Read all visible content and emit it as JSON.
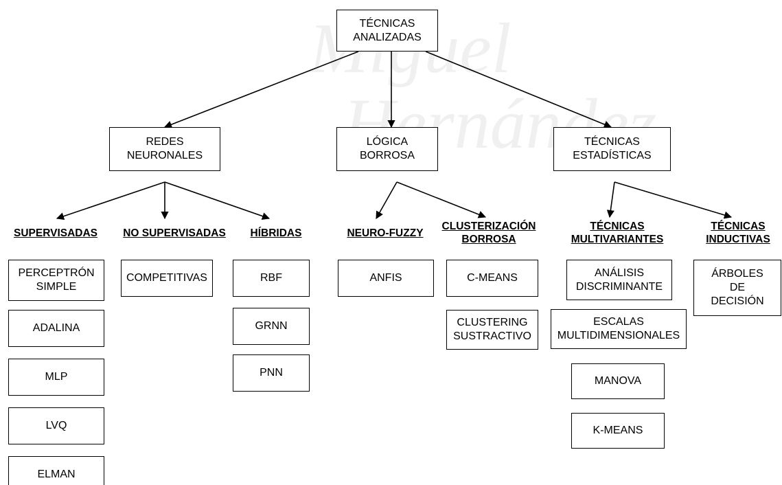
{
  "watermark": {
    "line1": "Miguel",
    "line2": "Hernández"
  },
  "root": {
    "label": "TÉCNICAS\nANALIZADAS"
  },
  "branches": {
    "redes": "REDES\nNEURONALES",
    "logica": "LÓGICA\nBORROSA",
    "estadisticas": "TÉCNICAS\nESTADÍSTICAS"
  },
  "categories": {
    "supervisadas": "SUPERVISADAS",
    "no_supervisadas": "NO SUPERVISADAS",
    "hibridas": "HÍBRIDAS",
    "neuro_fuzzy": "NEURO-FUZZY",
    "clusterizacion": "CLUSTERIZACIÓN\nBORROSA",
    "multivariantes": "TÉCNICAS\nMULTIVARIANTES",
    "inductivas": "TÉCNICAS\nINDUCTIVAS"
  },
  "leaves": {
    "perceptron": "PERCEPTRÓN\nSIMPLE",
    "adalina": "ADALINA",
    "mlp": "MLP",
    "lvq": "LVQ",
    "elman": "ELMAN",
    "competitivas": "COMPETITIVAS",
    "rbf": "RBF",
    "grnn": "GRNN",
    "pnn": "PNN",
    "anfis": "ANFIS",
    "cmeans": "C-MEANS",
    "clustering_sustractivo": "CLUSTERING\nSUSTRACTIVO",
    "analisis_discriminante": "ANÁLISIS\nDISCRIMINANTE",
    "escalas": "ESCALAS\nMULTIDIMENSIONALES",
    "manova": "MANOVA",
    "kmeans": "K-MEANS",
    "arboles": "ÁRBOLES\nDE\nDECISIÓN"
  }
}
